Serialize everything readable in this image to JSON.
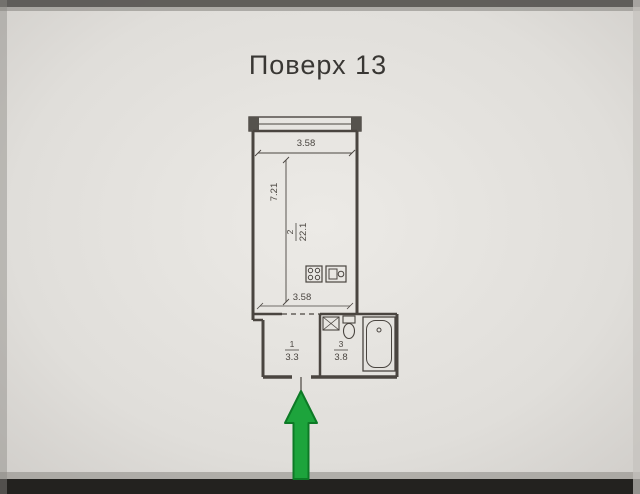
{
  "document": {
    "title": "Поверх 13"
  },
  "plan": {
    "labels": {
      "top_width": "3.58",
      "room_depth": "7.21",
      "room_number": "2",
      "room_area": "22.1",
      "inner_width": "3.58",
      "hall_number": "1",
      "hall_area": "3.3",
      "bath_number": "3",
      "bath_area": "3.8"
    },
    "icons": [
      "stove-icon",
      "kitchen-sink-icon",
      "washbasin-icon",
      "toilet-icon",
      "bathtub-icon",
      "entrance-arrow-icon"
    ],
    "colors": {
      "ink": "#4a4540",
      "paper": "#e3e1dd",
      "arrow_green": "#1da43c",
      "arrow_outline": "#0d7a26"
    }
  }
}
